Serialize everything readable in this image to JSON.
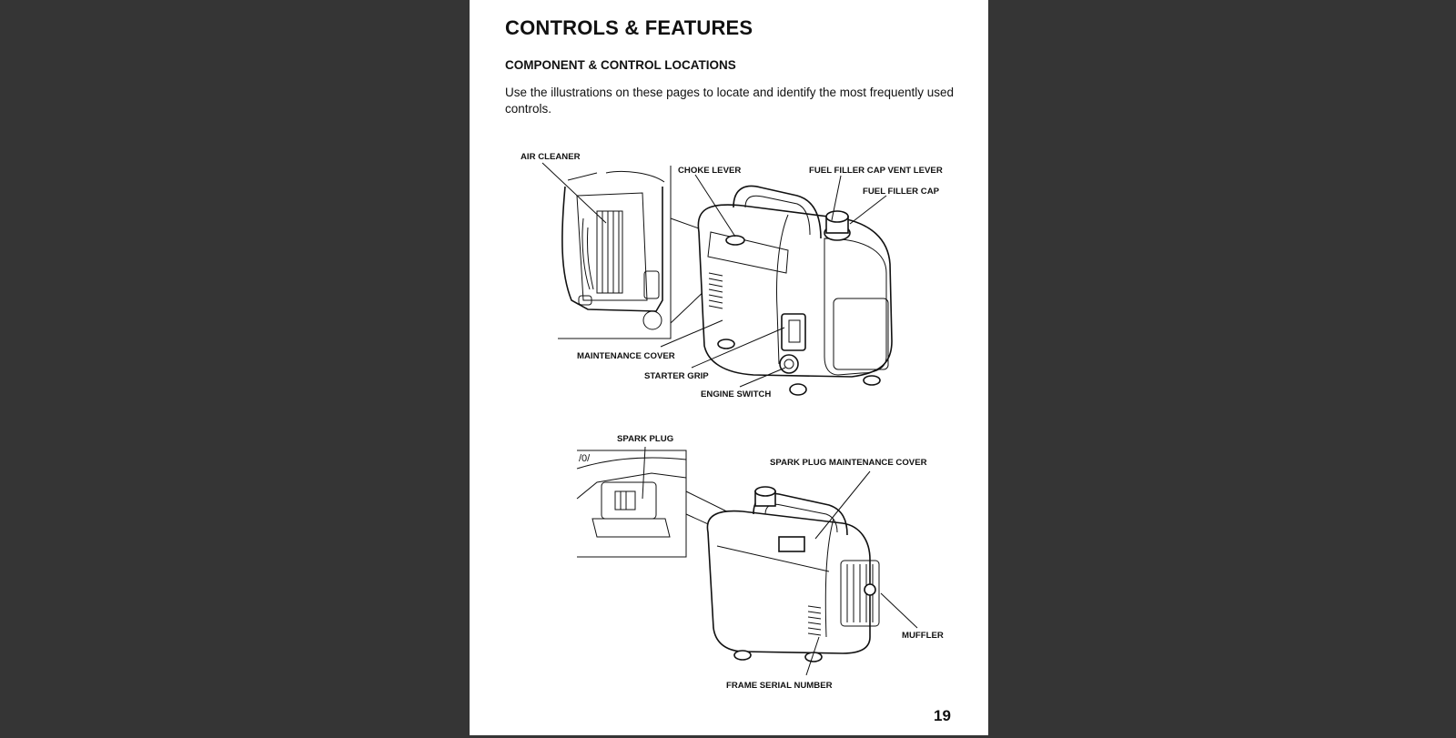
{
  "heading": "CONTROLS & FEATURES",
  "subheading": "COMPONENT & CONTROL LOCATIONS",
  "intro": "Use the illustrations on these pages to locate and identify the most frequently used controls.",
  "labels": {
    "air_cleaner": "AIR CLEANER",
    "choke_lever": "CHOKE LEVER",
    "fuel_filler_cap_vent_lever": "FUEL FILLER CAP VENT LEVER",
    "fuel_filler_cap": "FUEL FILLER CAP",
    "maintenance_cover": "MAINTENANCE COVER",
    "starter_grip": "STARTER GRIP",
    "engine_switch": "ENGINE SWITCH",
    "spark_plug": "SPARK PLUG",
    "spark_plug_maintenance_cover": "SPARK PLUG MAINTENANCE COVER",
    "muffler": "MUFFLER",
    "frame_serial_number": "FRAME SERIAL NUMBER"
  },
  "page_number": "19"
}
